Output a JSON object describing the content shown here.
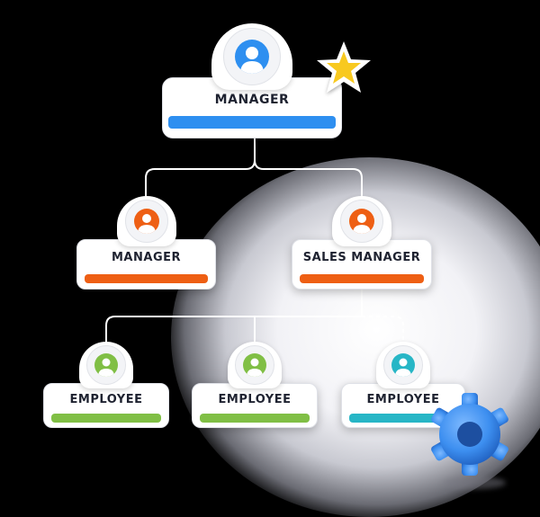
{
  "colors": {
    "blue": "#2e8ff0",
    "orange": "#ee5f14",
    "green": "#80bf45",
    "teal": "#27b6c6",
    "star": "#f8c91f",
    "gear": "#3d8ff0"
  },
  "nodes": {
    "top_manager": {
      "label": "MANAGER",
      "icon": "person-icon"
    },
    "manager": {
      "label": "MANAGER",
      "icon": "person-icon"
    },
    "sales_manager": {
      "label": "SALES MANAGER",
      "icon": "person-icon"
    },
    "employee_1": {
      "label": "EMPLOYEE",
      "icon": "person-icon"
    },
    "employee_2": {
      "label": "EMPLOYEE",
      "icon": "person-icon"
    },
    "employee_3": {
      "label": "EMPLOYEE",
      "icon": "person-icon"
    }
  },
  "decorations": {
    "star": "star-icon",
    "gear": "gear-icon"
  }
}
